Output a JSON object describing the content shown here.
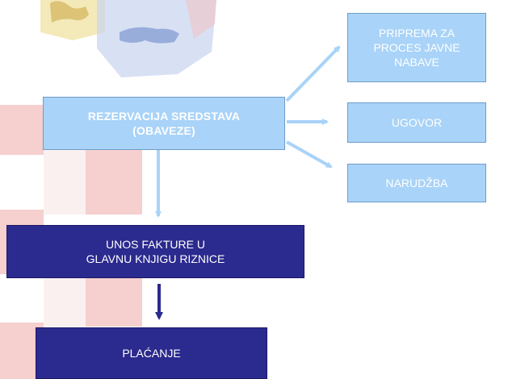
{
  "nodes": {
    "rezervacija": "REZERVACIJA SREDSTAVA\n(OBAVEZE)",
    "priprema": "PRIPREMA ZA\nPROCES JAVNE\nNABAVE",
    "ugovor": "UGOVOR",
    "narudzba": "NARUDŽBA",
    "unos": "UNOS FAKTURE U\nGLAVNU KNJIGU RIZNICE",
    "placanje": "PLAĆANJE"
  },
  "colors": {
    "light_box": "#a9d3f8",
    "dark_box": "#2b2a8e",
    "light_arrow": "#a9d3f8",
    "dark_arrow": "#2b2a8e",
    "flag_red": "#d42a2a",
    "flag_blue": "#3a62c0"
  }
}
